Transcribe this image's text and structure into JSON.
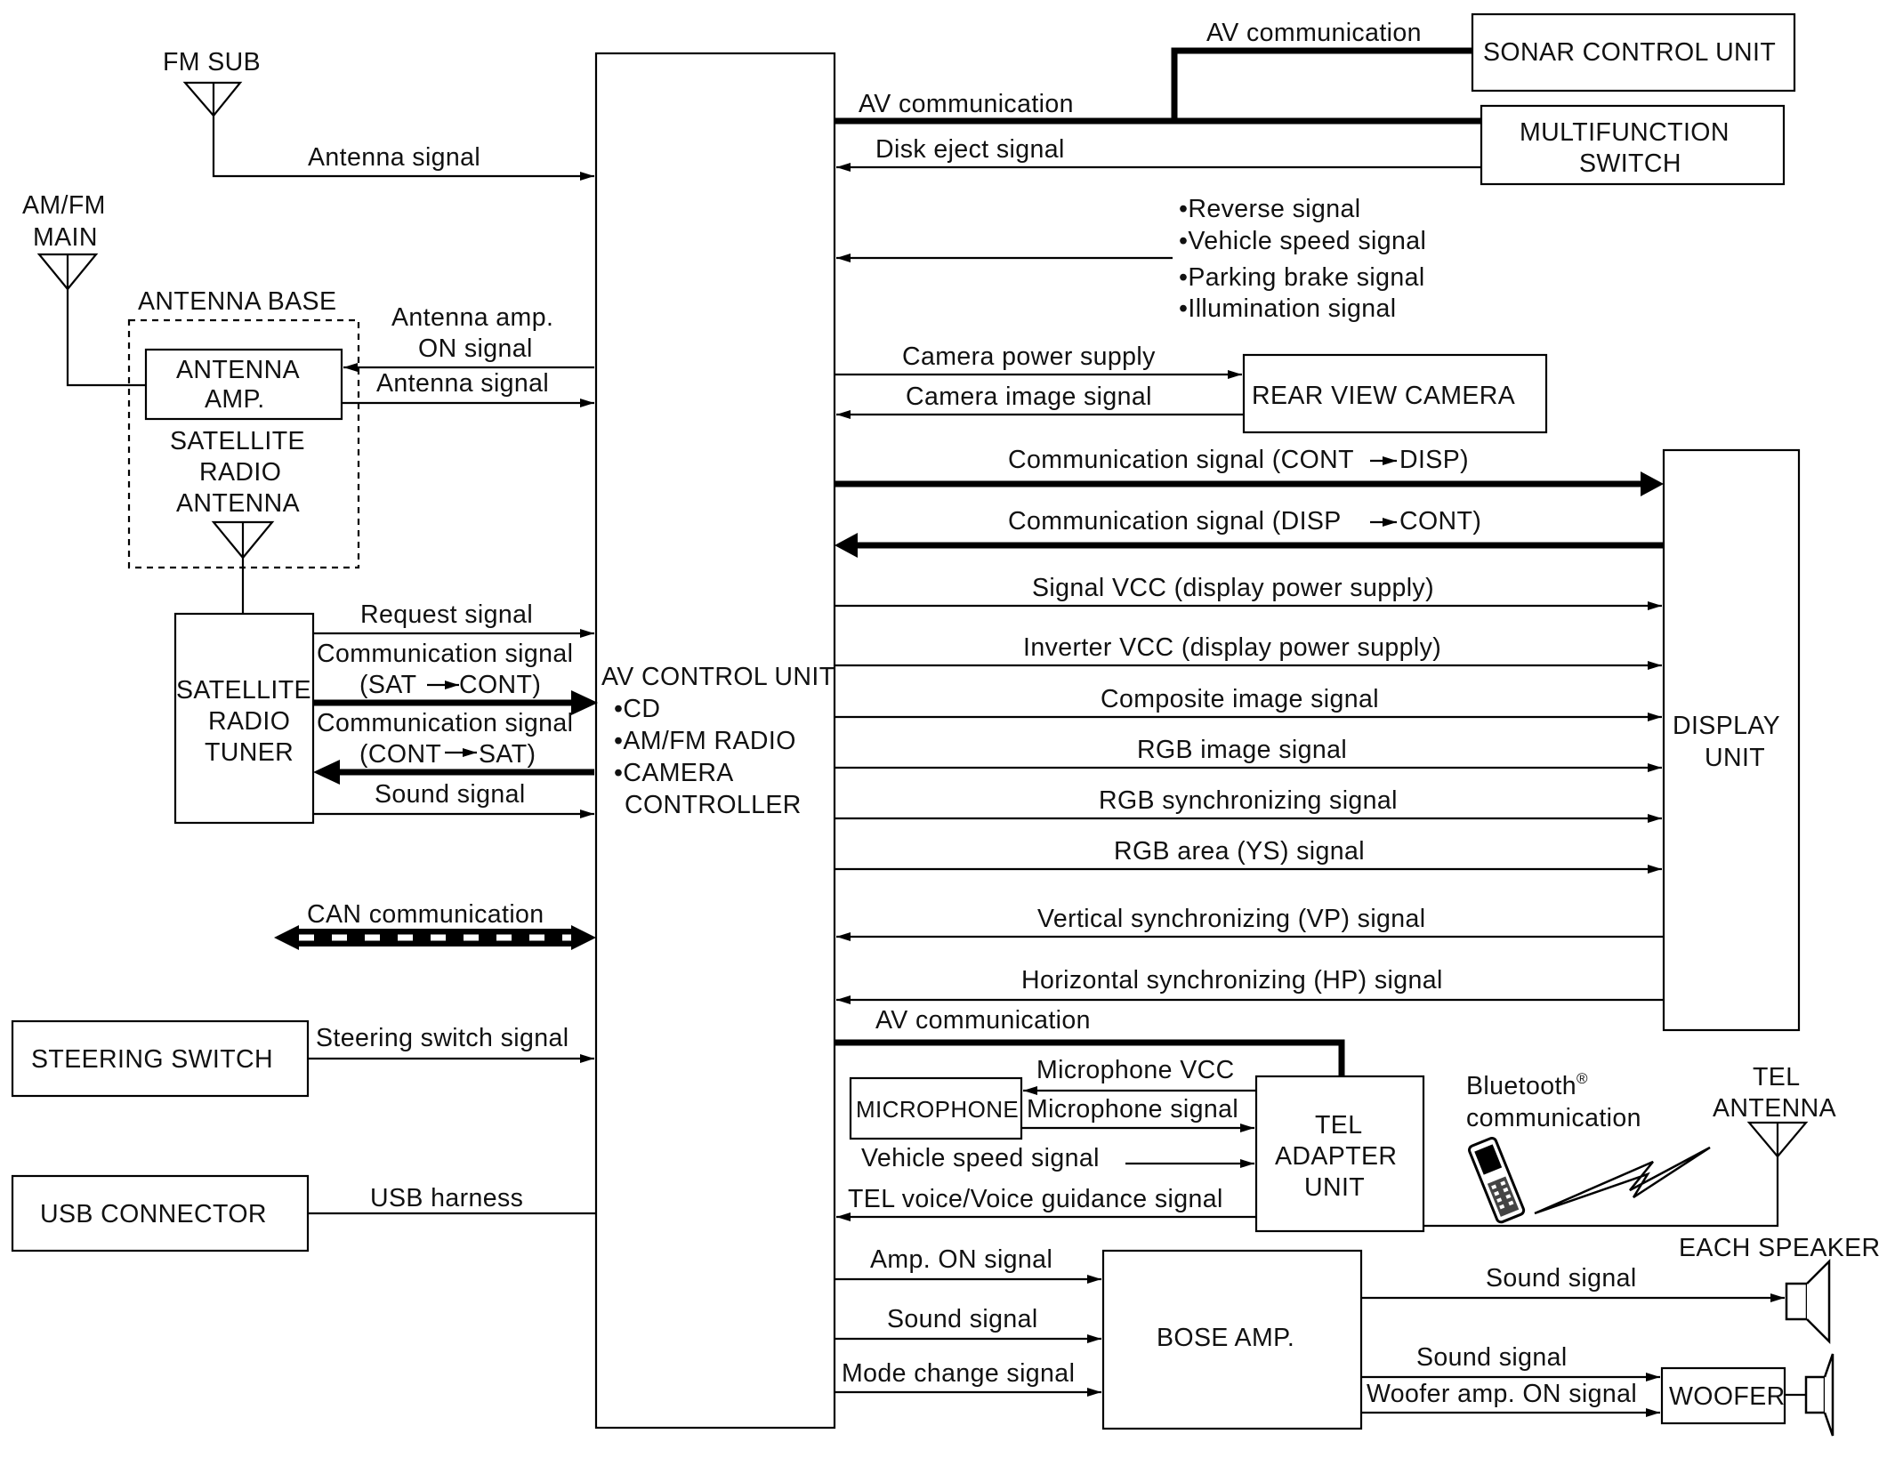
{
  "colors": {
    "line": "#000000",
    "background": "#ffffff",
    "text": "#111111"
  },
  "units": {
    "av_control_unit": {
      "title": "AV CONTROL UNIT",
      "items": [
        "•CD",
        "•AM/FM RADIO",
        "•CAMERA",
        "CONTROLLER"
      ]
    },
    "fm_sub": "FM SUB",
    "am_fm_main": [
      "AM/FM",
      "MAIN"
    ],
    "antenna_base": "ANTENNA BASE",
    "antenna_amp": [
      "ANTENNA",
      "AMP."
    ],
    "satellite_radio_antenna": [
      "SATELLITE",
      "RADIO",
      "ANTENNA"
    ],
    "satellite_radio_tuner": [
      "SATELLITE",
      "RADIO",
      "TUNER"
    ],
    "steering_switch": "STEERING SWITCH",
    "usb_connector": "USB CONNECTOR",
    "sonar_control_unit": "SONAR CONTROL UNIT",
    "multifunction_switch": [
      "MULTIFUNCTION",
      "SWITCH"
    ],
    "rear_view_camera": "REAR VIEW CAMERA",
    "display_unit": [
      "DISPLAY",
      "UNIT"
    ],
    "microphone": "MICROPHONE",
    "tel_adapter_unit": [
      "TEL",
      "ADAPTER",
      "UNIT"
    ],
    "bluetooth": [
      "Bluetooth",
      "®",
      "communication"
    ],
    "tel_antenna": [
      "TEL",
      "ANTENNA"
    ],
    "bose_amp": "BOSE AMP.",
    "each_speaker": "EACH SPEAKER",
    "woofer": "WOOFER"
  },
  "signals": {
    "av_comm_top": "AV communication",
    "av_comm": "AV communication",
    "disk_eject": "Disk eject signal",
    "bullets": [
      "•Reverse signal",
      "•Vehicle speed signal",
      "•Parking brake signal",
      "•Illumination signal"
    ],
    "antenna_signal_fm": "Antenna signal",
    "antenna_amp_on": [
      "Antenna amp.",
      "ON signal"
    ],
    "antenna_signal_amp": "Antenna signal",
    "camera_power": "Camera power supply",
    "camera_image": "Camera image signal",
    "comm_cont_disp": "Communication signal (CONT",
    "disp_suffix": "DISP)",
    "comm_disp_cont": "Communication signal (DISP",
    "cont_suffix": "CONT)",
    "display_signals": [
      "Signal VCC (display power supply)",
      "Inverter VCC (display power supply)",
      "Composite image signal",
      "RGB image signal",
      "RGB synchronizing signal",
      "RGB area (YS) signal",
      "Vertical synchronizing (VP) signal",
      "Horizontal synchronizing (HP) signal"
    ],
    "request": "Request signal",
    "comm_sat_cont": [
      "Communication signal",
      "(SAT",
      "CONT)"
    ],
    "comm_cont_sat": [
      "Communication signal",
      "(CONT",
      "SAT)"
    ],
    "sound_sat": "Sound signal",
    "can": "CAN communication",
    "steering": "Steering switch signal",
    "usb": "USB harness",
    "av_comm_tel": "AV communication",
    "mic_vcc": "Microphone VCC",
    "mic_signal": "Microphone signal",
    "vehicle_speed": "Vehicle speed signal",
    "tel_voice": "TEL voice/Voice guidance signal",
    "amp_on": "Amp. ON signal",
    "sound_bose": "Sound signal",
    "mode_change": "Mode change signal",
    "sound_speaker": "Sound signal",
    "sound_woofer": "Sound signal",
    "woofer_amp_on": "Woofer amp. ON signal"
  }
}
